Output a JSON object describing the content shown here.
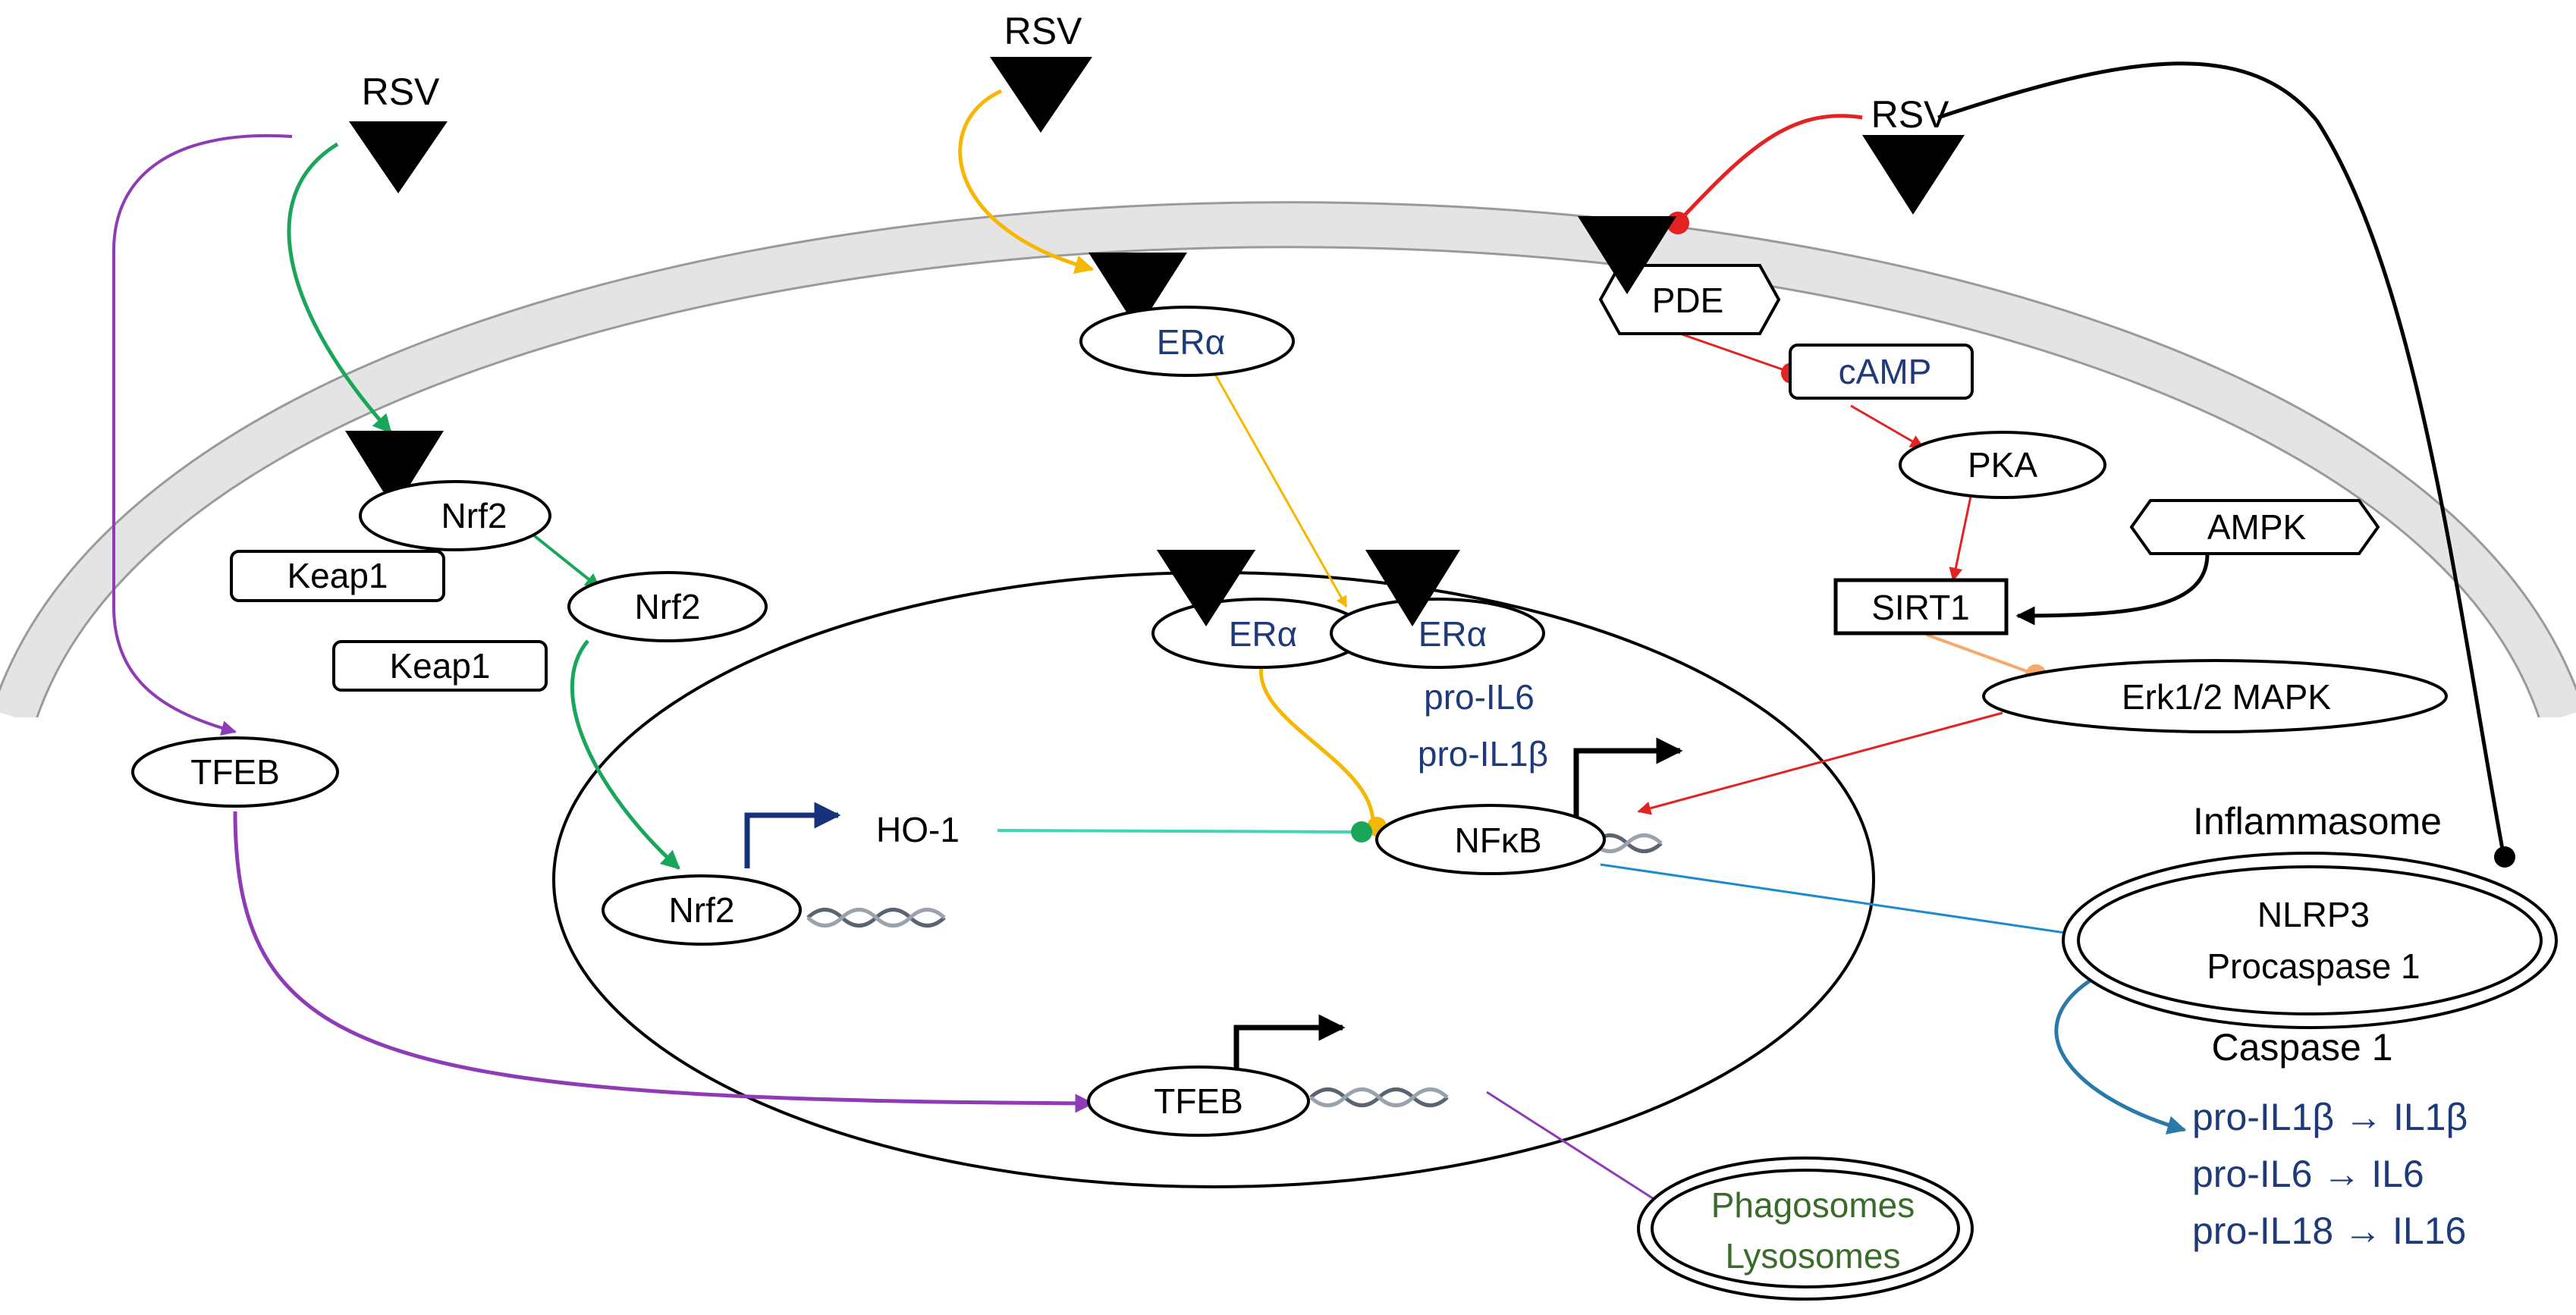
{
  "colors": {
    "green": "#1aa65a",
    "purple": "#8e3bb5",
    "orange": "#f5b700",
    "red": "#e32222",
    "black": "#000000",
    "blue": "#1c8ad0",
    "darkblue": "#16327a",
    "teal": "#3fd6b0",
    "salmon": "#f7a86b",
    "membrane": "#d4d4d4"
  },
  "labels": {
    "rsv_1": "RSV",
    "rsv_2": "RSV",
    "rsv_3": "RSV",
    "pde": "PDE",
    "camp": "cAMP",
    "pka": "PKA",
    "ampk": "AMPK",
    "sirt1": "SIRT1",
    "erk": "Erk1/2 MAPK",
    "era_cyto": "ERα",
    "era_nuc_1": "ERα",
    "era_nuc_2": "ERα",
    "pro_il6": "pro-IL6",
    "pro_il1b": "pro-IL1β",
    "nrf2_1": "Nrf2",
    "nrf2_2": "Nrf2",
    "nrf2_3": "Nrf2",
    "keap1_1": "Keap1",
    "keap1_2": "Keap1",
    "tfeb_1": "TFEB",
    "tfeb_2": "TFEB",
    "ho1": "HO-1",
    "nfkb": "NFκB",
    "inflammasome": "Inflammasome",
    "nlrp3": "NLRP3",
    "procaspase": "Procaspase 1",
    "caspase": "Caspase 1",
    "cyt_1": "pro-IL1β → IL1β",
    "cyt_2": "pro-IL6 → IL6",
    "cyt_3": "pro-IL18 → IL16",
    "phagosomes": "Phagosomes",
    "lysosomes": "Lysosomes"
  }
}
